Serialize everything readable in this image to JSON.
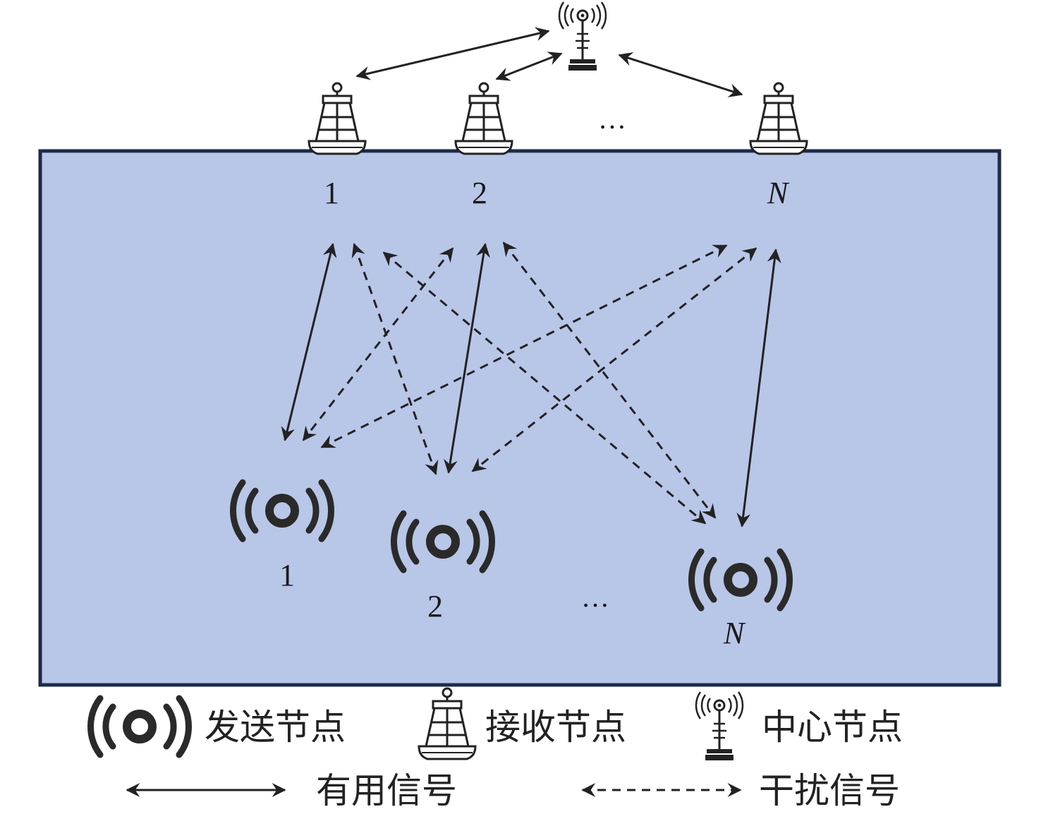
{
  "colors": {
    "water_fill": "#b8c6e8",
    "water_border": "#1e2a4a",
    "ink": "#222222"
  },
  "icons": {
    "sender": "sender-node-icon",
    "receiver": "receiver-buoy-icon",
    "center": "center-node-antenna-icon"
  },
  "receivers": {
    "labels": [
      "1",
      "2",
      "N"
    ],
    "ellipsis": "…"
  },
  "senders": {
    "labels": [
      "1",
      "2",
      "N"
    ],
    "ellipsis": "…"
  },
  "legend": {
    "sender": "发送节点",
    "receiver": "接收节点",
    "center": "中心节点",
    "useful_signal": "有用信号",
    "interference_signal": "干扰信号"
  }
}
